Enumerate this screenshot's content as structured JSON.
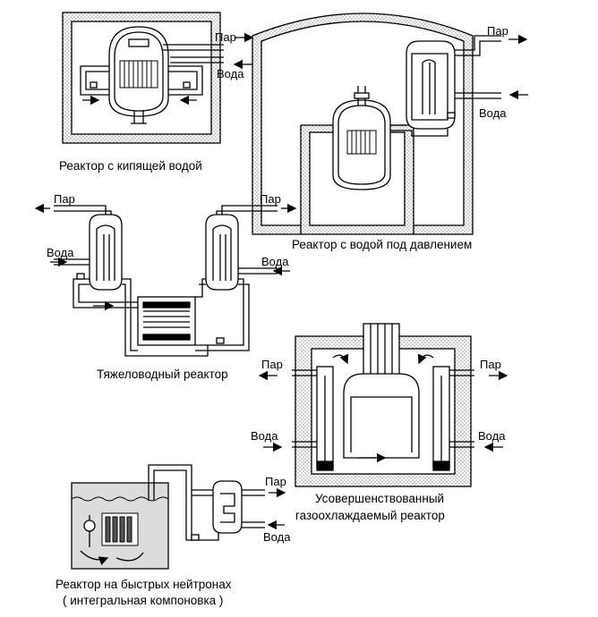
{
  "bwr": {
    "title": "Реактор с кипящей водой",
    "steam": "Пар",
    "water": "Вода"
  },
  "pwr": {
    "title": "Реактор с водой под давлением",
    "steam": "Пар",
    "water": "Вода"
  },
  "phwr": {
    "title": "Тяжеловодный реактор",
    "steam_left": "Пар",
    "steam_right": "Пар",
    "water_left": "Вода",
    "water_right": "Вода"
  },
  "agr": {
    "title_line1": "Усовершенствованный",
    "title_line2": "газоохлаждаемый  реактор",
    "steam_left": "Пар",
    "steam_right": "Пар",
    "water_left": "Вода",
    "water_right": "Вода"
  },
  "fbr": {
    "title_line1": "Реактор на быстрых нейтронах",
    "title_line2": "( интегральная компоновка )",
    "steam": "Пар",
    "water": "Вода"
  },
  "colors": {
    "line": "#000000",
    "concrete": "#e4e4e4",
    "pool": "#dcdcdc"
  }
}
